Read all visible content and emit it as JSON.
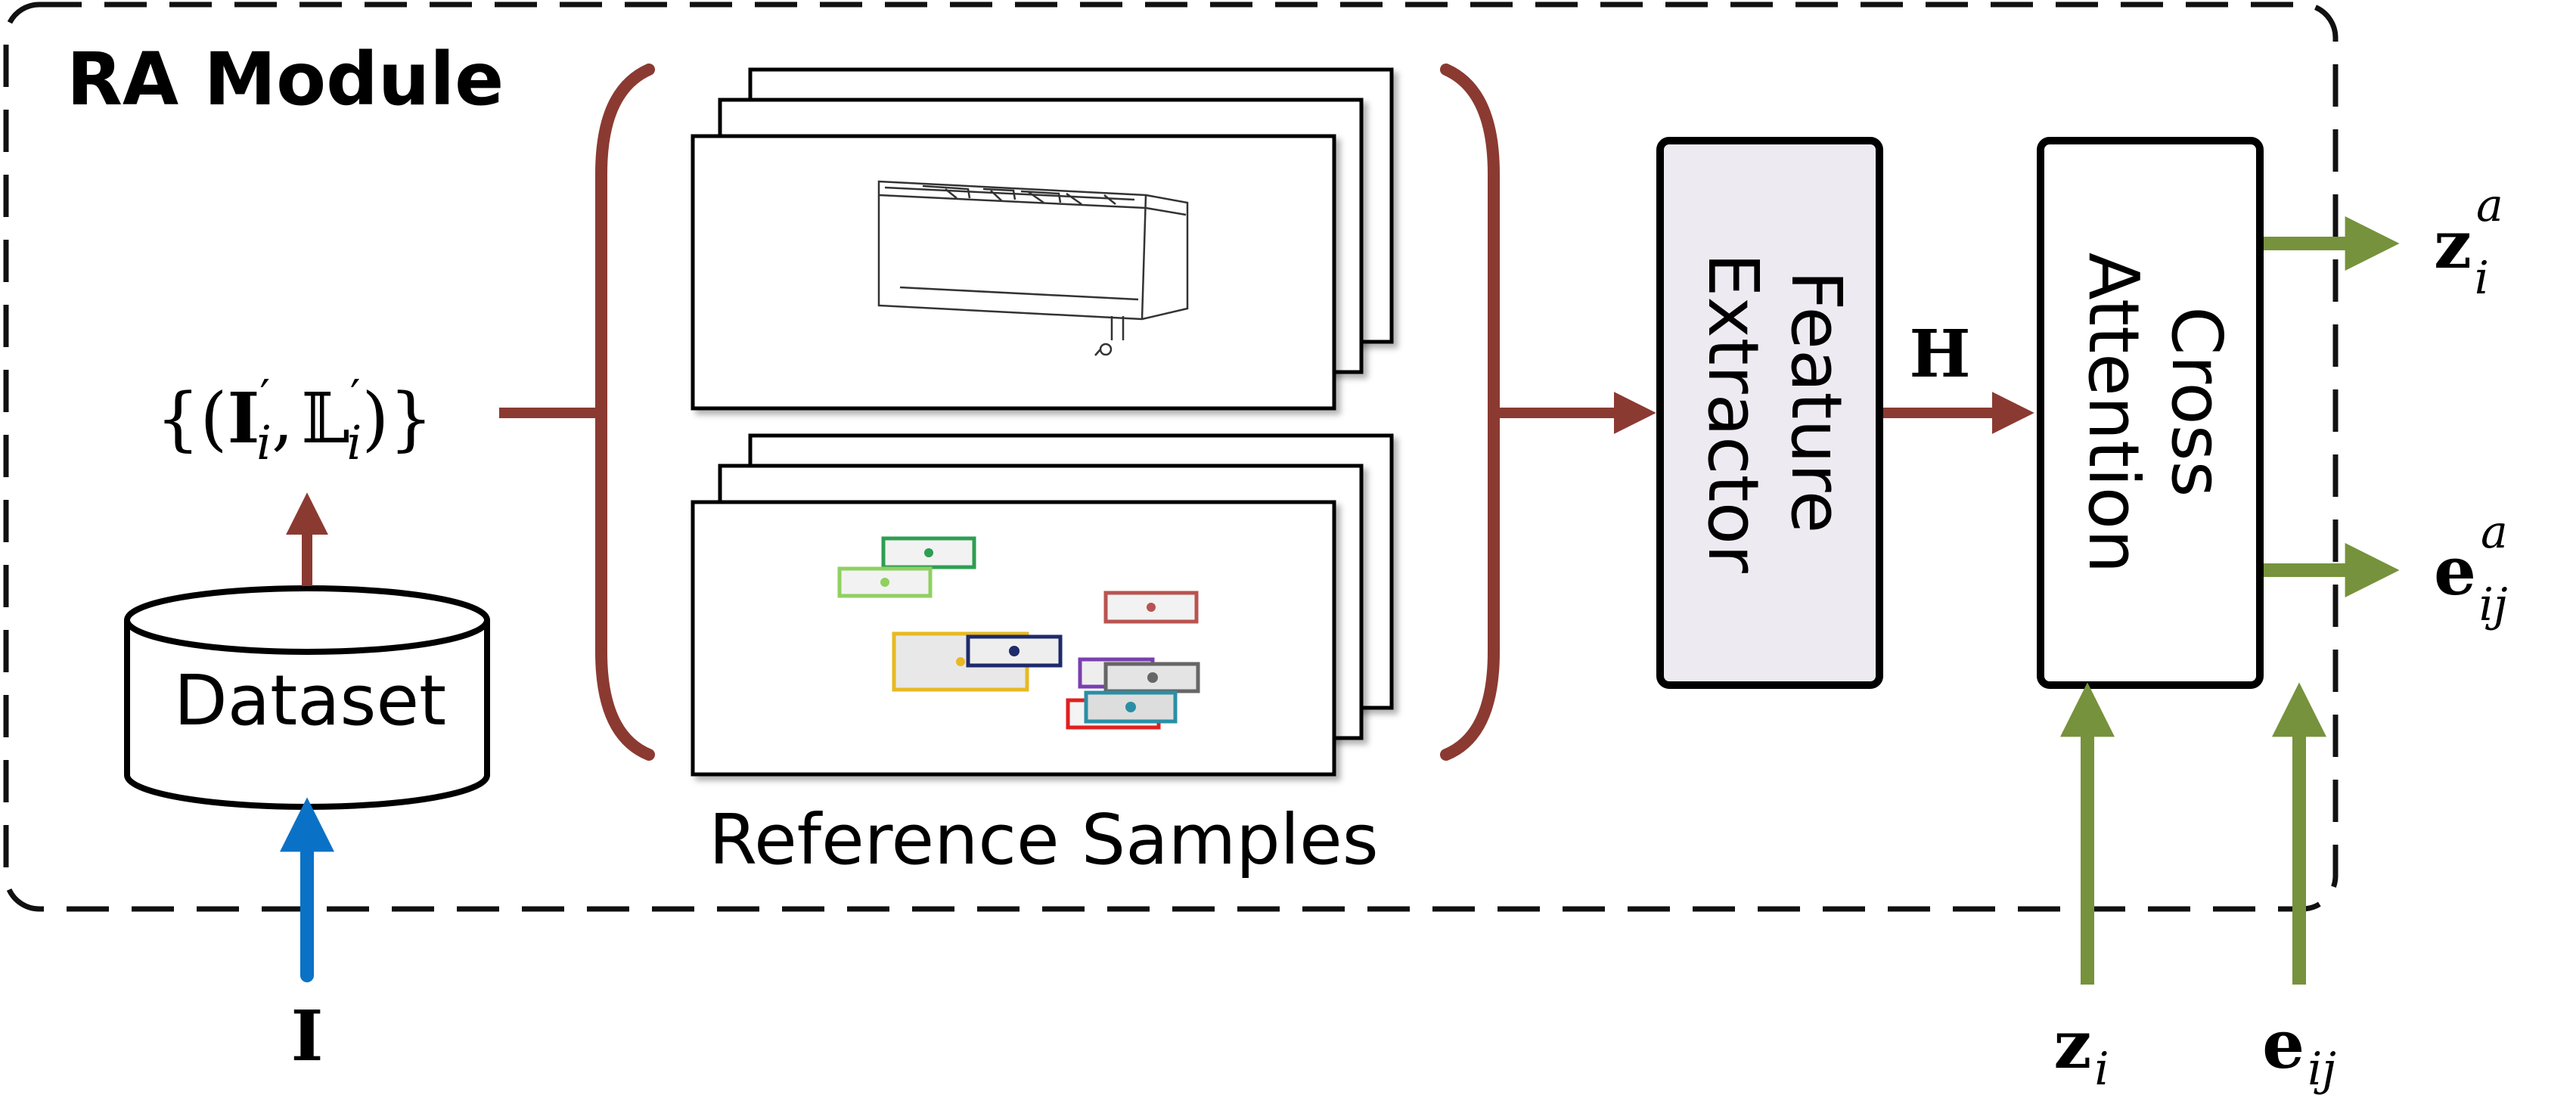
{
  "module": {
    "title": "RA Module"
  },
  "dataset": {
    "label": "Dataset"
  },
  "input": {
    "image_symbol": "I"
  },
  "retrieved_set": {
    "open": "{(",
    "image_symbol": "I",
    "image_sub": "i",
    "prime": "′",
    "comma": ",",
    "layout_symbol": "𝕃",
    "layout_sub": "i",
    "close": ")}"
  },
  "reference_samples": {
    "label": "Reference Samples"
  },
  "feature_extractor": {
    "line1": "Feature",
    "line2": "Extractor"
  },
  "features": {
    "symbol": "H"
  },
  "cross_attention": {
    "line1": "Cross",
    "line2": "Attention"
  },
  "outputs": {
    "z_symbol": "z",
    "z_sub": "i",
    "z_sup": "a",
    "e_symbol": "e",
    "e_sub": "ij",
    "e_sup": "a"
  },
  "inputs_bottom": {
    "z_symbol": "z",
    "z_sub": "i",
    "e_symbol": "e",
    "e_sub": "ij"
  },
  "colors": {
    "brown": "#8B3A32",
    "green": "#76923C",
    "blue": "#0A72C6",
    "box_fill": "#EDEAF2"
  }
}
